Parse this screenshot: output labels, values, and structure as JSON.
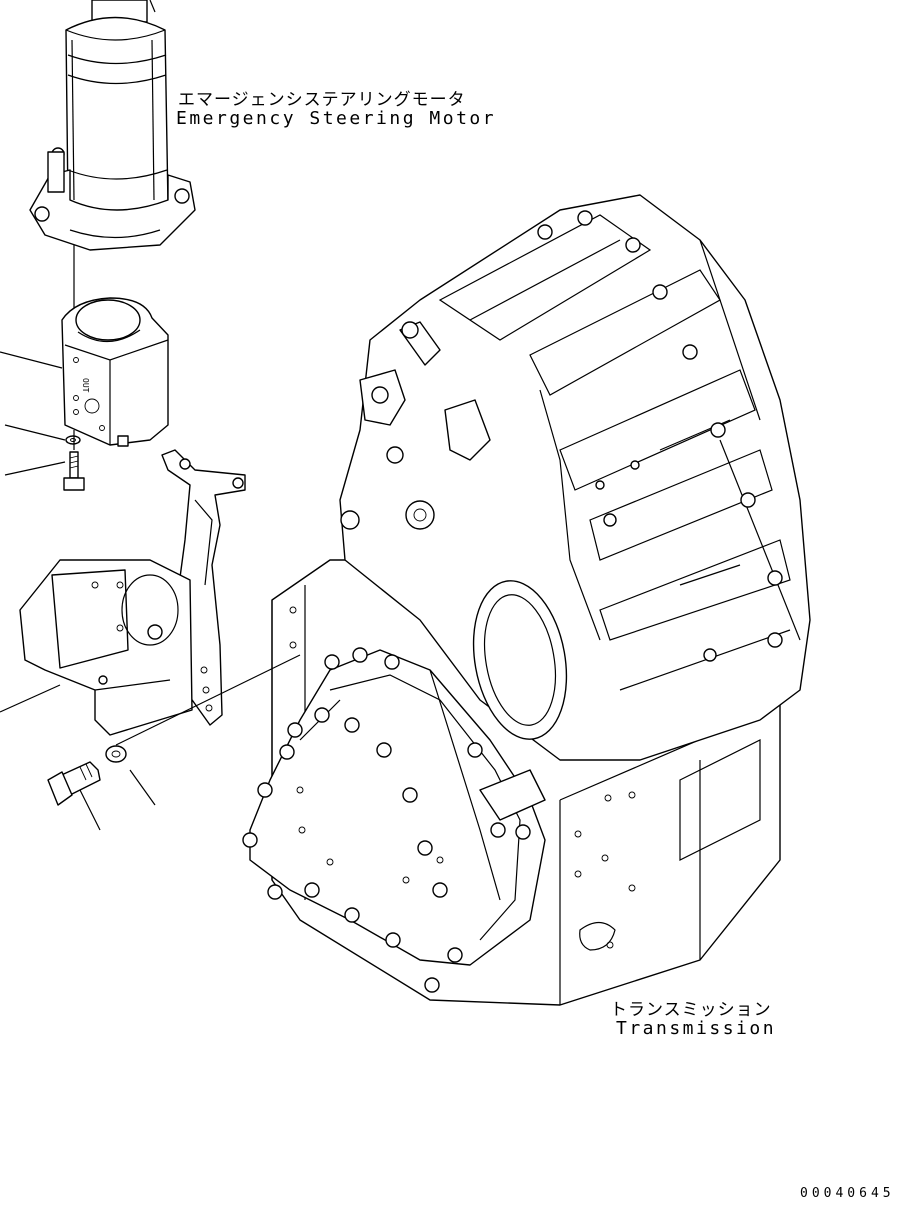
{
  "labels": {
    "motor_jp": "エマージェンシステアリングモータ",
    "motor_en": "Emergency Steering Motor",
    "transmission_jp": "トランスミッション",
    "transmission_en": "Transmission",
    "pump_out_mark": "OUT",
    "drawing_number": "00040645"
  },
  "colors": {
    "line": "#000000",
    "background": "#ffffff"
  }
}
